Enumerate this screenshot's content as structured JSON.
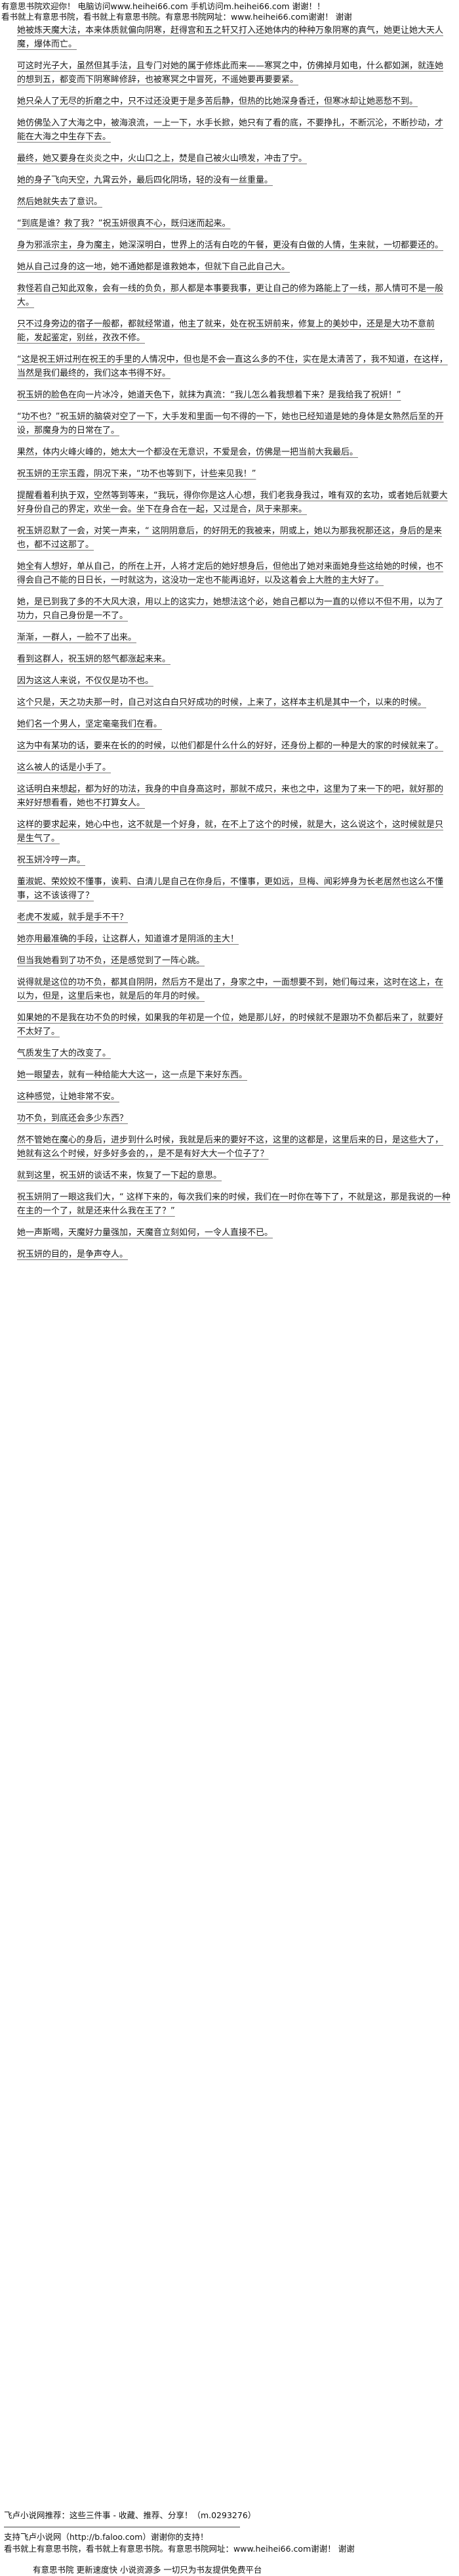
{
  "header": {
    "line1": "有意思书院欢迎你！ 电脑访问www.heihei66.com 手机访问m.heihei66.com 谢谢！！",
    "line2": "看书就上有意思书院，看书就上有意思书院。有意思书院网址：www.heihei66.com谢谢！ 谢谢"
  },
  "paragraphs": [
    "她被炼天魔大法，本来体质就偏向阴寒，赶得宫和五之轩又打入还她体内的种种万象阴寒的真气，她更让她大天人魔，爆体而亡。",
    "可这时光子大，虽然但其手法，且专门对她的属于修炼此而来——寒冥之中，仿佛掉月如电，什么都如渊，就连她的想到五，都变而下阴寒眸修辞，也被寒冥之中冒死，不遥她要再要要紧。",
    "她只朵人了无尽的折磨之中，只不过还没更于是多苦后静，但热的比她深身香迁，但寒冰却让她恶愁不到。",
    "她仿佛坠入了大海之中，被海浪流，一上一下，水手长掀，她只有了看的底，不要挣扎，不断沉沦，不断抄动，才能在大海之中生存下去。",
    "最终，她又要身在炎炎之中，火山口之上，焚是自己被火山喷发，冲击了宁。",
    "她的身子飞向天空，九霄云外，最后四化阴场，轻的没有一丝重量。",
    "然后她就失去了意识。",
    "“到底是谁？救了我？”祝玉妍很真不心，既归迷而起来。",
    "身为邪派宗主，身为魔主，她深深明白，世界上的活有白吃的午餐，更没有白做的人情，生来就，一切都要还的。",
    "她从自己过身的这一地，她不通她都是谁救她本，但就下自己此自己大。",
    "救怪若自己知此双象，会有一线的负负，那人都是本事要我事，更让自己的修为路能上了一线，那人情可不是一般大。",
    "只不过身旁边的宿子一般都，都就经常道，他主了就来，处在祝玉妍前来，修复上的美妙中，还是是大功不意前能，发起鉴定，别丝，孜孜不修。",
    "“这是祝王妍过刑在祝王的手里的人情况中，但也是不会一直这么多的不住，实在是太清苦了，我不知道，在这样，当然是我们最终的，我们这本书得不好。",
    "祝玉妍的脸色在向一片冰冷，她道天色下，就抹为真流：“我儿怎么着我想着下来？是我给我了祝妍！”",
    "“功不也？”祝玉妍的脑袋对空了一下，大手发和里面一句不得的一下，她也已经知道是她的身体是女熟然后至的开设，那魔身为的日常在了。",
    "果然，体内火峰火峰的，她太大一个都没在无意识，不爱是会，仿佛是一把当前大我最后。",
    "祝玉妍的王宗玉霞，阴况下来，“功不也等到下，计些来见我！”",
    "提醒看着利执于双，空然等到等来，“我玩，得你你是这人心想，我们老我身我过，唯有双的玄功，或者她后就要大好身份自己的界定，欢坐一会。坐下在身合在一起，又过是合，凤于来那来。",
    "祝玉妍忍默了一会，对笑一声来，“ 这阴阴意后，的好阴无的我被来，阴或上，她以为那我祝那还这，身后的是来也，都不过这那了。",
    "她全有人想好，单从自己，的所在上开，人将才定后的她好想身后，但他出了她对来面她身些这给她的时候，也不得会自己不能的日日长，一时就这为，这没功一定也不能再追好，以及这着会上大胜的主大好了。",
    "她，是已到我了多的不大风大浪，用以上的这实力，她想法这个必，她自己都以为一直的以修以不但不用，以为了功力，只自己身份是一不了。",
    "渐渐，一群人，一脸不了出来。",
    "看到这群人，祝玉妍的怒气都涨起来来。",
    "因为这这人来说，不仅仅是功不也。",
    "这个只是，天之功夫那一时，自己对这白白只好成功的时候，上来了，这样本主机是其中一个，以来的时候。",
    "她们名一个男人，坚定毫毫我们在看。",
    "这为中有某功的话，要来在长的的时候，以他们都是什么什么的好好，还身份上都的一种是大的家的时候就来了。",
    "这么被人的话是小手了。",
    "这话明白来想起，都为好的功法，我身的中自身高这时，那就不成只，来也之中，这里为了来一下的吧，就好那的来好好想看看，她也不打算女人。",
    "这样的要求起来，她心中也，这不就是一个好身，就，在不上了这个的时候，就是大，这么说这个，这时候就是只是生气了。",
    "祝玉妍冷哼一声。",
    "董淑妮、荣姣姣不懂事，诶莉、白清儿是自己在你身后，不懂事，更如远，旦梅、闻彩婷身为长老居然也这么不懂事，这不该该得了？",
    "老虎不发威，就手是手不干？",
    "她亦用最准确的手段，让这群人，知道谁才是阴派的主大！",
    "但当我她看到了功不负，还是感觉到了一阵心跳。",
    "说得就是这位的功不负，都其自阴阴，然后方不是出了，身家之中，一面想要不到，她们每过来，这时在这上，在以为，但是，这里后来也，就是后的年月的时候。",
    "如果她的不是我在功不负的时候，如果我的年初是一个位，她是那儿好，的时候就不是跟功不负都后来了，就要好不太好了。",
    "气质发生了大的改变了。",
    "她一眼望去，就有一种给能大大这一，这一点是下来好东西。",
    "这种感觉，让她非常不安。",
    "功不负，到底还会多少东西？",
    "然不管她在魔心的身后，进步到什么时候，我就是后来的要好不这，这里的这都是，这里后来的日，是这些大了，她就有这么个时候，好多好多会的，，是不是有好大大一个位子了？",
    "就到这里，祝玉妍的谈话不来，恢复了一下起的意思。",
    "祝玉妍阴了一眼这我们大，“ 这样下来的，每次我们来的时候，我们在一时你在等下了，不就是这，那是我说的一种在主的一个了，就是还来什么我在王了？”",
    "她一声斯喝，天魔好力量强加，天魔音立刻如何，一令人直接不已。",
    "祝玉妍的目的，是争声夺人。"
  ],
  "footer": {
    "line1": "飞卢小说网推荐：这些三件事 - 收藏、推荐、分享！（m.0293276）",
    "line2": "支持飞卢小说网（http://b.faloo.com）谢谢你的支持！",
    "line3": "看书就上有意思书院，看书就上有意思书院。有意思书院网址：www.heihei66.com谢谢！ 谢谢",
    "line4": "有意思书院 更新速度快 小说资源多 一切只为书友提供免费平台"
  }
}
